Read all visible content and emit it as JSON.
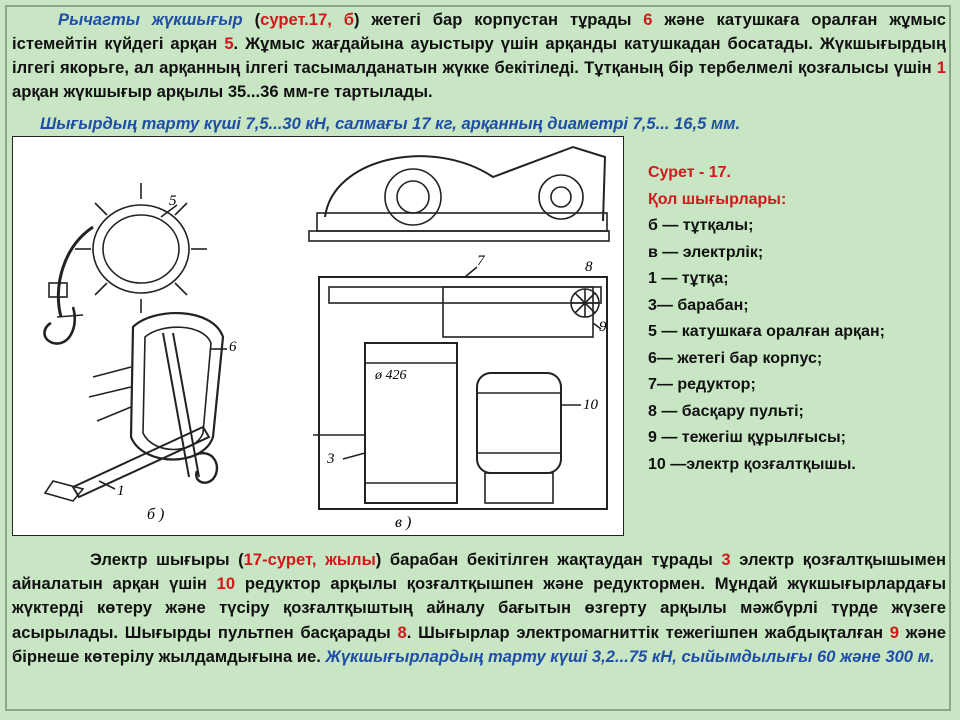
{
  "top_paragraph": {
    "s1": "Рычагты жүкшығыр",
    "s2": " (",
    "s3": "сурет.17, б",
    "s4": ") жетегі бар корпустан тұрады ",
    "s5": "6",
    "s6": " және катушкаға оралған жұмыс істемейтін күйдегі арқан ",
    "s7": "5",
    "s8": ". Жұмыс жағдайына ауыстыру үшін арқанды катушкадан босатады. Жүкшығырдың ілгегі якорьге, ал арқанның ілгегі тасымалданатын жүкке бекітіледі. Тұтқаның бір тербелмелі қозғалысы үшін ",
    "s9": "1",
    "s10": " арқан жүкшығыр арқылы 35...36 мм-ге тартылады."
  },
  "sub_line": "Шығырдың тарту күші 7,5...30 кН, салмағы 17 кг, арқанның диаметрі 7,5... 16,5 мм.",
  "figure": {
    "dim_label": "ø 426",
    "caption_b": "б )",
    "caption_v": "в )",
    "part_labels": {
      "p1": "1",
      "p3": "3",
      "p5": "5",
      "p6": "6",
      "p7": "7",
      "p8": "8",
      "p9": "9",
      "p10": "10"
    }
  },
  "legend": {
    "title": "Сурет - 17.",
    "subtitle": "Қол шығырлары:",
    "items": [
      "б — тұтқалы;",
      "в — электрлік;",
      "1 — тұтқа;",
      "3— барабан;",
      "5 — катушкаға оралған арқан;",
      "6— жетегі бар корпус;",
      "7— редуктор;",
      "8 — басқару пульті;",
      "9 — тежегіш құрылғысы;",
      "10 —электр қозғалтқышы."
    ]
  },
  "bottom_paragraph": {
    "s1": "Электр шығыры (",
    "s2": "17-сурет, жылы",
    "s3": ") барабан бекітілген жақтаудан тұрады ",
    "s4": "3",
    "s5": " электр қозғалтқышымен айналатын арқан үшін ",
    "s6": "10",
    "s7": " редуктор арқылы қозғалтқышпен және редуктормен. Мұндай жүкшығырлардағы жүктерді көтеру және түсіру қозғалтқыштың айналу бағытын өзгерту арқылы мәжбүрлі түрде жүзеге асырылады. Шығырды пультпен басқарады ",
    "s8": "8",
    "s9": ". Шығырлар электромагниттік тежегішпен жабдықталған ",
    "s10": "9",
    "s11": " және бірнеше көтерілу жылдамдығына ие. ",
    "s12": "Жүкшығырлардың тарту күші 3,2...75 кН, сыйымдылығы 60 және 300 м."
  },
  "colors": {
    "background": "#c8e6c4",
    "accent_blue": "#1f4ea8",
    "accent_red": "#d0191b"
  }
}
